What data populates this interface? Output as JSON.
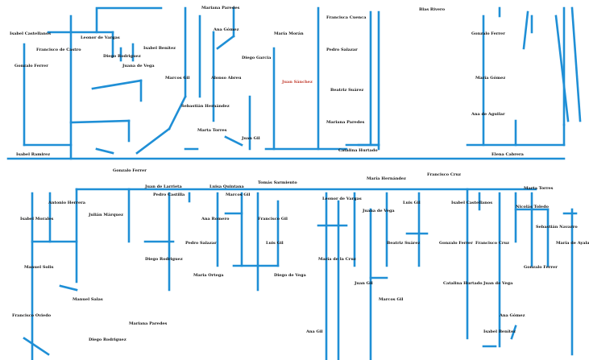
{
  "colors": {
    "line": "#1f8fd6",
    "text": "#111111",
    "accent_text": "#c0392b",
    "background": "#ffffff"
  },
  "names": {
    "n1": "Isabel Castellanos",
    "n2": "Francisco de Castro",
    "n3": "Gonzalo Ferrer",
    "n4": "Leonor de Vargas",
    "n5": "Diego Rodriguez",
    "n6": "Juana de Vega",
    "n7": "Isabel Benítez",
    "n8": "Marcos Gil",
    "n9": "Mariana Paredes",
    "n10": "Ana Gómez",
    "n11": "Diego Garcia",
    "n12": "Alonso Abreu",
    "n13": "Sebastián Hernández",
    "n14": "Marta Torres",
    "n15": "Juan Gil",
    "n16": "María Morán",
    "n17": "Juan Sánchez",
    "n18": "Francisca Cuenca",
    "n19": "Pedro Salazar",
    "n20": "Beatriz Suárez",
    "n21": "Mariana Paredes",
    "n22": "Catalina Hurtado",
    "n23": "Blas Rivero",
    "n24": "Gonzalo Ferrer",
    "n25": "María Gómez",
    "n26": "Ana de Aguilar",
    "n27": "Elena Cabrera",
    "n28": "Isabel Ramirez",
    "n29": "Gonzalo Ferrer",
    "n30": "Juan de Larrieta",
    "n31": "Luisa Quintana",
    "n32": "Tomás Sarmiento",
    "n33": "María Hernández",
    "n34": "Francisco Cruz",
    "n35": "Marta Torres",
    "n36": "Antonio Herrera",
    "n37": "Isabel Morales",
    "n38": "Julián Márquez",
    "n39": "Manuel Solis",
    "n40": "Manuel Salas",
    "n41": "Francisco Oviedo",
    "n42": "Pedro Castilla",
    "n43": "Ana Romero",
    "n44": "Diego Rodriguez",
    "n45": "Maria Ortega",
    "n46": "Marcos Gil",
    "n47": "Francisco Gil",
    "n48": "Luis Gil",
    "n49": "Diego de Vega",
    "n50": "Leonor de Vargas",
    "n51": "Juana de Vega",
    "n52": "María de la Cruz",
    "n53": "Juan Gil",
    "n54": "Marcos Gil",
    "n55": "Luis Gil",
    "n56": "Gonzalo Ferrer",
    "n57": "Isabel Castellanos",
    "n58": "Francisco Cruz",
    "n59": "Nicolás Toledo",
    "n60": "Juan de Vega",
    "n61": "Ana Gómez",
    "n62": "Sebastián Navarro",
    "n63": "María de Ayala",
    "n64": "Isabel Benítez",
    "n65": "Diego Rodriguez",
    "n66": "Mariana Paredes",
    "n67": "Ana Gil",
    "n68": "Pedro Salazar",
    "n69": "Beatriz Suárez",
    "n70": "Gonzalo Ferrer",
    "n71": "Catalina Hurtado"
  }
}
